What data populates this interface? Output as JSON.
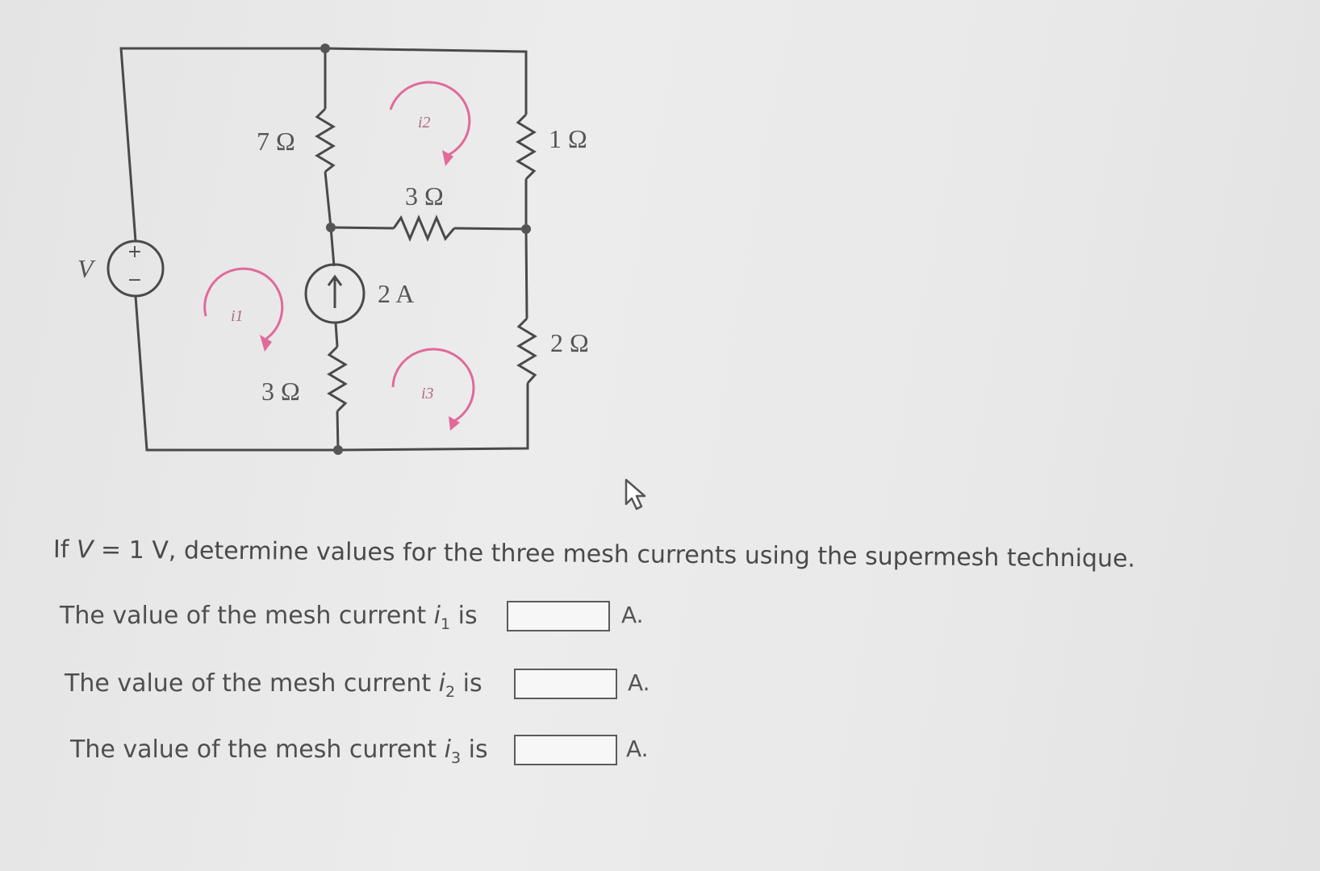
{
  "circuit": {
    "source_label": "V",
    "source_plus": "+",
    "source_minus": "−",
    "r_top_left": "7 Ω",
    "r_top_right": "1 Ω",
    "r_middle": "3 Ω",
    "r_bottom_left": "3 Ω",
    "r_bottom_right": "2 Ω",
    "current_source": "2 A",
    "mesh_labels": [
      "i1",
      "i2",
      "i3"
    ],
    "arrow_color": "#e06a9a",
    "wire_color": "#4a4a4a"
  },
  "question": {
    "prefix": "If ",
    "var": "V",
    "rest": " = 1 V, determine values for the three mesh currents using the supermesh technique."
  },
  "rows": [
    {
      "text": "The value of the mesh current ",
      "var": "i",
      "sub": "1",
      "suffix": " is",
      "value": "",
      "unit": "A."
    },
    {
      "text": "The value of the mesh current ",
      "var": "i",
      "sub": "2",
      "suffix": " is",
      "value": "",
      "unit": "A."
    },
    {
      "text": "The value of the mesh current ",
      "var": "i",
      "sub": "3",
      "suffix": " is",
      "value": "",
      "unit": "A."
    }
  ]
}
